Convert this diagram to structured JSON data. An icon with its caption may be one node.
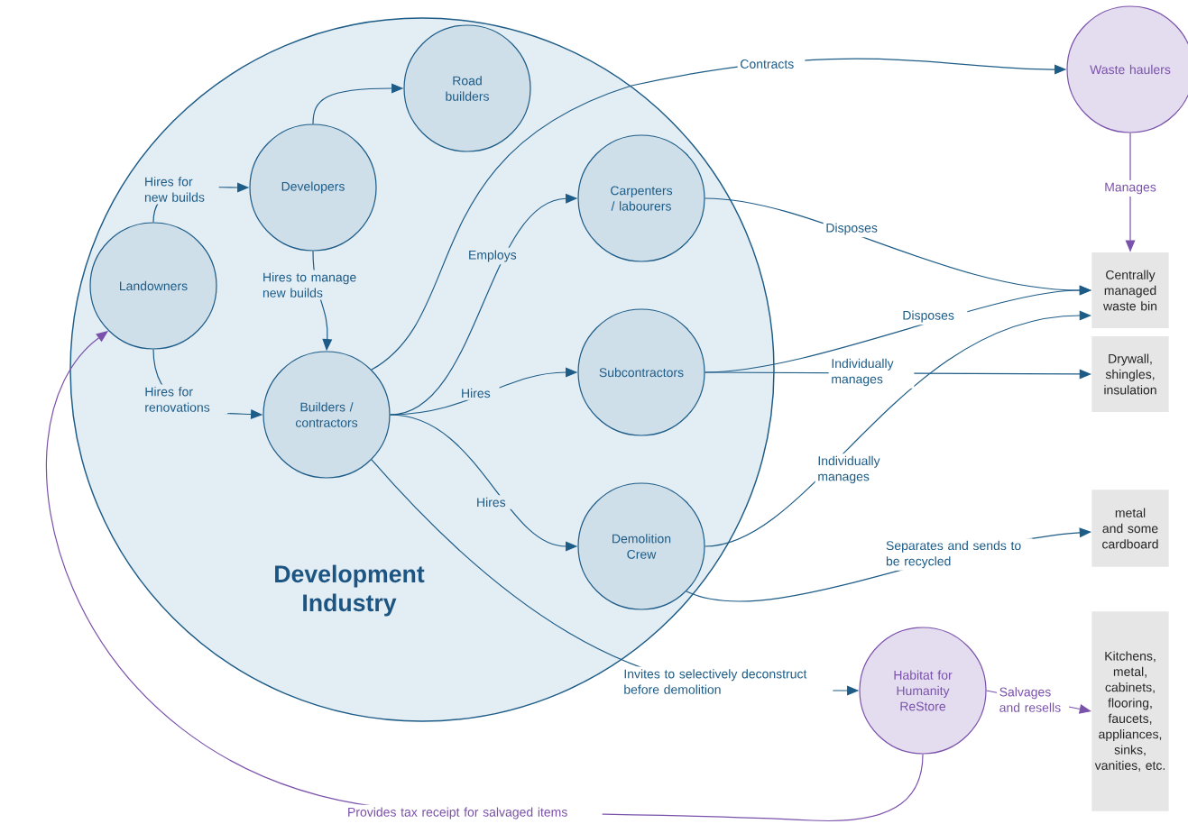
{
  "diagram": {
    "nodes": [
      {
        "text": [
          "Development Industry"
        ]
      },
      {
        "text": [
          "Landowners"
        ],
        "in": 0
      },
      {
        "text": [
          "Developers"
        ],
        "in": 0
      },
      {
        "text": [
          "Road builders"
        ],
        "in": 0
      },
      {
        "text": [
          "Builders / contractors"
        ],
        "in": 0
      },
      {
        "text": [
          "Carpenters / labourers"
        ],
        "in": 0
      },
      {
        "text": [
          "Subcontractors"
        ],
        "in": 0
      },
      {
        "text": [
          "Demolition Crew"
        ],
        "in": 0
      },
      {
        "text": [
          "Waste haulers"
        ]
      },
      {
        "text": [
          "Centrally managed waste bin"
        ]
      },
      {
        "text": [
          "Drywall, shingles, insulation"
        ]
      },
      {
        "text": [
          "metal and some cardboard"
        ]
      },
      {
        "text": [
          "Habitat for Humanity ReStore"
        ]
      },
      {
        "text": [
          "Kitchens, metal, cabinets, flooring, faucets, appliances, sinks, vanities, etc."
        ]
      }
    ],
    "edges": [
      {
        "from": 1,
        "to": 2,
        "arrow": "to",
        "label": "Hires for new builds"
      },
      {
        "from": 1,
        "to": 4,
        "arrow": "to",
        "label": "Hires for renovations"
      },
      {
        "from": 2,
        "to": 3,
        "arrow": "to"
      },
      {
        "from": 2,
        "to": 4,
        "arrow": "to",
        "label": "Hires to manage new builds"
      },
      {
        "from": 4,
        "to": 5,
        "arrow": "to",
        "label": "Employs"
      },
      {
        "from": 4,
        "to": 6,
        "arrow": "to",
        "label": "Hires"
      },
      {
        "from": 4,
        "to": 7,
        "arrow": "to",
        "label": "Hires"
      },
      {
        "from": 4,
        "to": 8,
        "arrow": "to",
        "label": "Contracts"
      },
      {
        "from": 5,
        "to": 9,
        "arrow": "to",
        "label": "Disposes"
      },
      {
        "from": 6,
        "to": 9,
        "arrow": "to",
        "label": "Disposes"
      },
      {
        "from": 6,
        "to": 10,
        "arrow": "to",
        "label": "Individually manages"
      },
      {
        "from": 7,
        "to": 9,
        "arrow": "to",
        "label": "Individually manages"
      },
      {
        "from": 7,
        "to": 11,
        "arrow": "to",
        "label": "Separates and sends to be recycled"
      },
      {
        "from": 4,
        "to": 12,
        "arrow": "to",
        "label": "Invites to selectively deconstruct before demolition"
      },
      {
        "from": 8,
        "to": 9,
        "arrow": "to",
        "label": "Manages",
        "color": "#7b52ab"
      },
      {
        "from": 12,
        "to": 13,
        "arrow": "to",
        "label": "Salvages and resells",
        "color": "#7b52ab"
      },
      {
        "from": 12,
        "to": 1,
        "arrow": "to",
        "label": "Provides tax receipt for salvaged items",
        "color": "#7b52ab"
      }
    ]
  }
}
